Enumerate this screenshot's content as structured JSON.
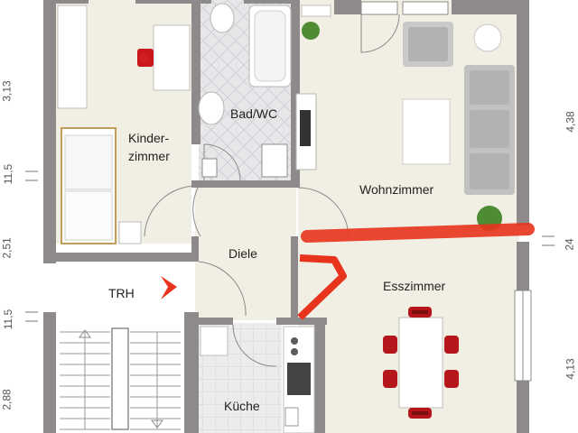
{
  "rooms": {
    "kinderzimmer_line1": "Kinder-",
    "kinderzimmer_line2": "zimmer",
    "bad": "Bad/WC",
    "wohnzimmer": "Wohnzimmer",
    "diele": "Diele",
    "trh": "TRH",
    "esszimmer": "Esszimmer",
    "kueche": "Küche"
  },
  "dimensions": {
    "left": [
      "3,13",
      "11,5",
      "2,51",
      "11,5",
      "2,88"
    ],
    "right": [
      "4,38",
      "24",
      "4,13"
    ]
  },
  "colors": {
    "wall": "#8e8a8b",
    "floor": "#f1efe3",
    "tile": "#e4e4e6",
    "accent_red": "#e8341c",
    "chair_red": "#b5161b"
  }
}
